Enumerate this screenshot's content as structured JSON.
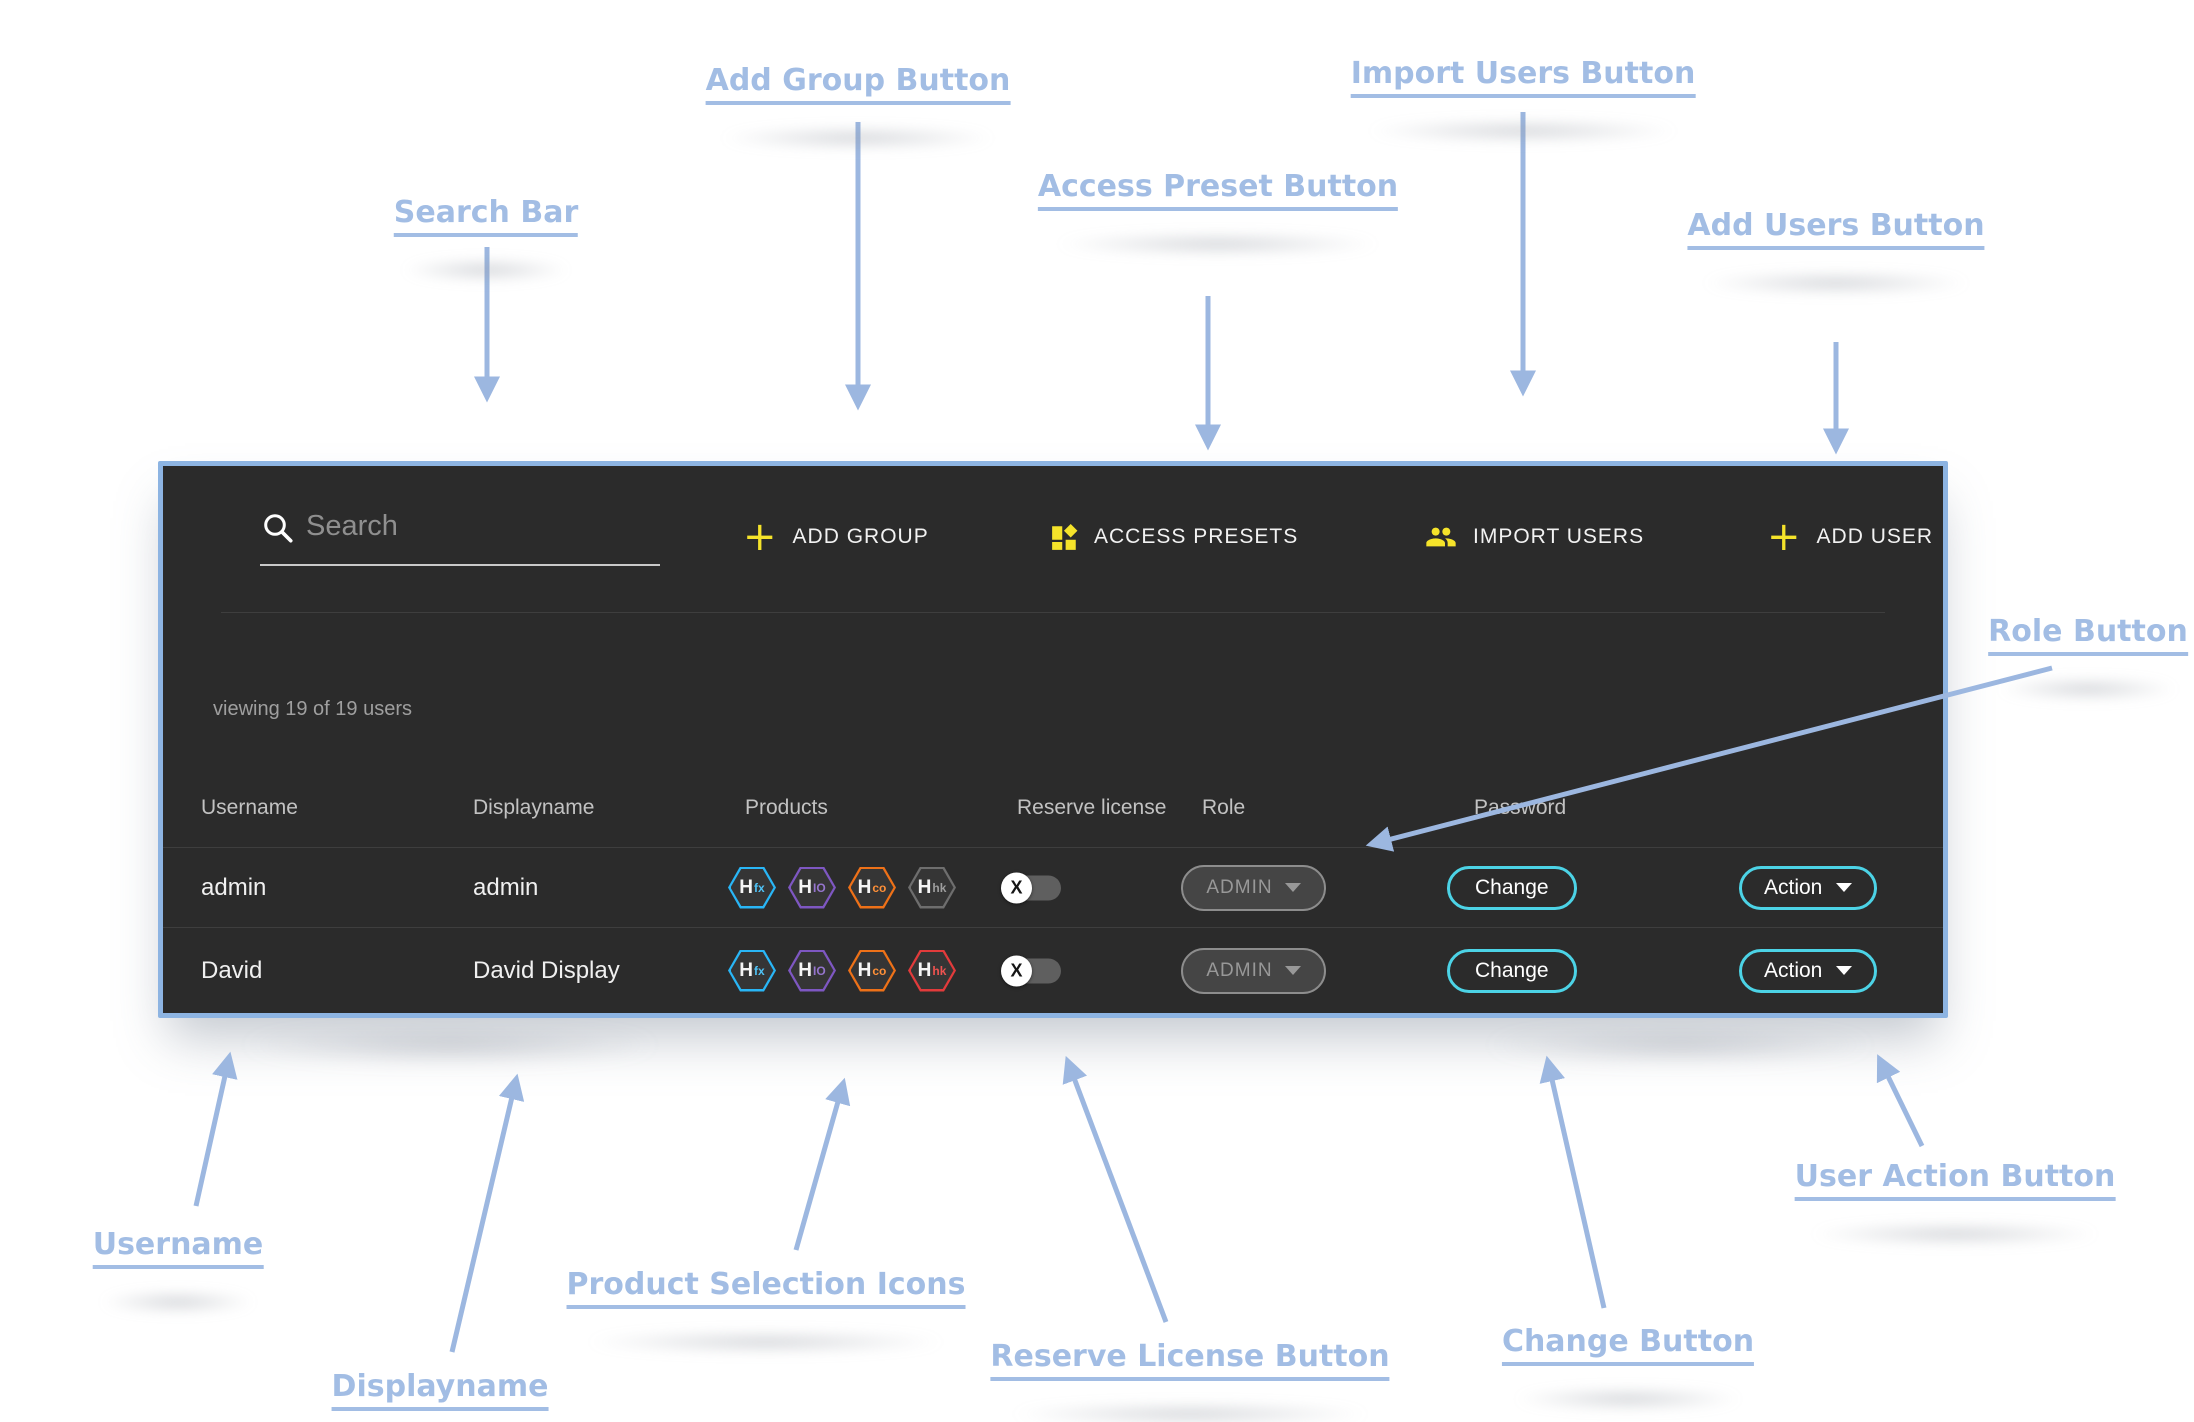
{
  "panel": {
    "background": "#2b2b2b",
    "border_color": "#8db4e2",
    "summary": "viewing 19 of 19 users"
  },
  "toolbar": {
    "accent_color": "#f5e32a",
    "search": {
      "placeholder": "Search"
    },
    "buttons": [
      {
        "label": "ADD GROUP",
        "icon": "plus-icon"
      },
      {
        "label": "ACCESS PRESETS",
        "icon": "presets-grid-icon"
      },
      {
        "label": "IMPORT USERS",
        "icon": "people-icon"
      },
      {
        "label": "ADD USER",
        "icon": "plus-icon"
      }
    ]
  },
  "table": {
    "headers": [
      "Username",
      "Displayname",
      "Products",
      "Reserve license",
      "Role",
      "Password"
    ],
    "rows": [
      {
        "username": "admin",
        "displayname": "admin",
        "products": [
          {
            "name": "Hfx",
            "h": "H",
            "suffix": "fx",
            "border": "#29b6f6",
            "suffix_color": "#4fc3f7"
          },
          {
            "name": "Hio",
            "h": "H",
            "suffix": "IO",
            "border": "#7e57c2",
            "suffix_color": "#9575cd"
          },
          {
            "name": "Hco",
            "h": "H",
            "suffix": "co",
            "border": "#ee7118",
            "suffix_color": "#ff9038"
          },
          {
            "name": "Hhk",
            "h": "H",
            "suffix": "hk",
            "border": "#6e6e6e",
            "suffix_color": "#9e9e9e"
          }
        ],
        "reserve_license": {
          "state": "off",
          "thumb_glyph": "X"
        },
        "role": {
          "value": "ADMIN",
          "disabled": true
        },
        "password_button": "Change",
        "action_button": "Action"
      },
      {
        "username": "David",
        "displayname": "David Display",
        "products": [
          {
            "name": "Hfx",
            "h": "H",
            "suffix": "fx",
            "border": "#29b6f6",
            "suffix_color": "#4fc3f7"
          },
          {
            "name": "Hio",
            "h": "H",
            "suffix": "IO",
            "border": "#7e57c2",
            "suffix_color": "#9575cd"
          },
          {
            "name": "Hco",
            "h": "H",
            "suffix": "co",
            "border": "#ee7118",
            "suffix_color": "#ff9038"
          },
          {
            "name": "Hhk",
            "h": "H",
            "suffix": "hk",
            "border": "#e23b3b",
            "suffix_color": "#ef5350"
          }
        ],
        "reserve_license": {
          "state": "off",
          "thumb_glyph": "X"
        },
        "role": {
          "value": "ADMIN",
          "disabled": true
        },
        "password_button": "Change",
        "action_button": "Action"
      }
    ]
  },
  "buttons": {
    "outline_accent": "#4cd3e6"
  },
  "annotations": {
    "text_color": "#a2bde4",
    "arrow_color": "#9cb7e0",
    "labels": [
      {
        "id": "search-bar",
        "text": "Search Bar"
      },
      {
        "id": "add-group",
        "text": "Add Group Button"
      },
      {
        "id": "access-preset",
        "text": "Access Preset Button"
      },
      {
        "id": "import-users",
        "text": "Import Users Button"
      },
      {
        "id": "add-users",
        "text": "Add Users Button"
      },
      {
        "id": "role",
        "text": "Role Button"
      },
      {
        "id": "username",
        "text": "Username"
      },
      {
        "id": "displayname",
        "text": "Displayname"
      },
      {
        "id": "products",
        "text": "Product Selection Icons"
      },
      {
        "id": "reserve-license",
        "text": "Reserve License Button"
      },
      {
        "id": "change",
        "text": "Change Button"
      },
      {
        "id": "user-action",
        "text": "User Action Button"
      }
    ]
  }
}
